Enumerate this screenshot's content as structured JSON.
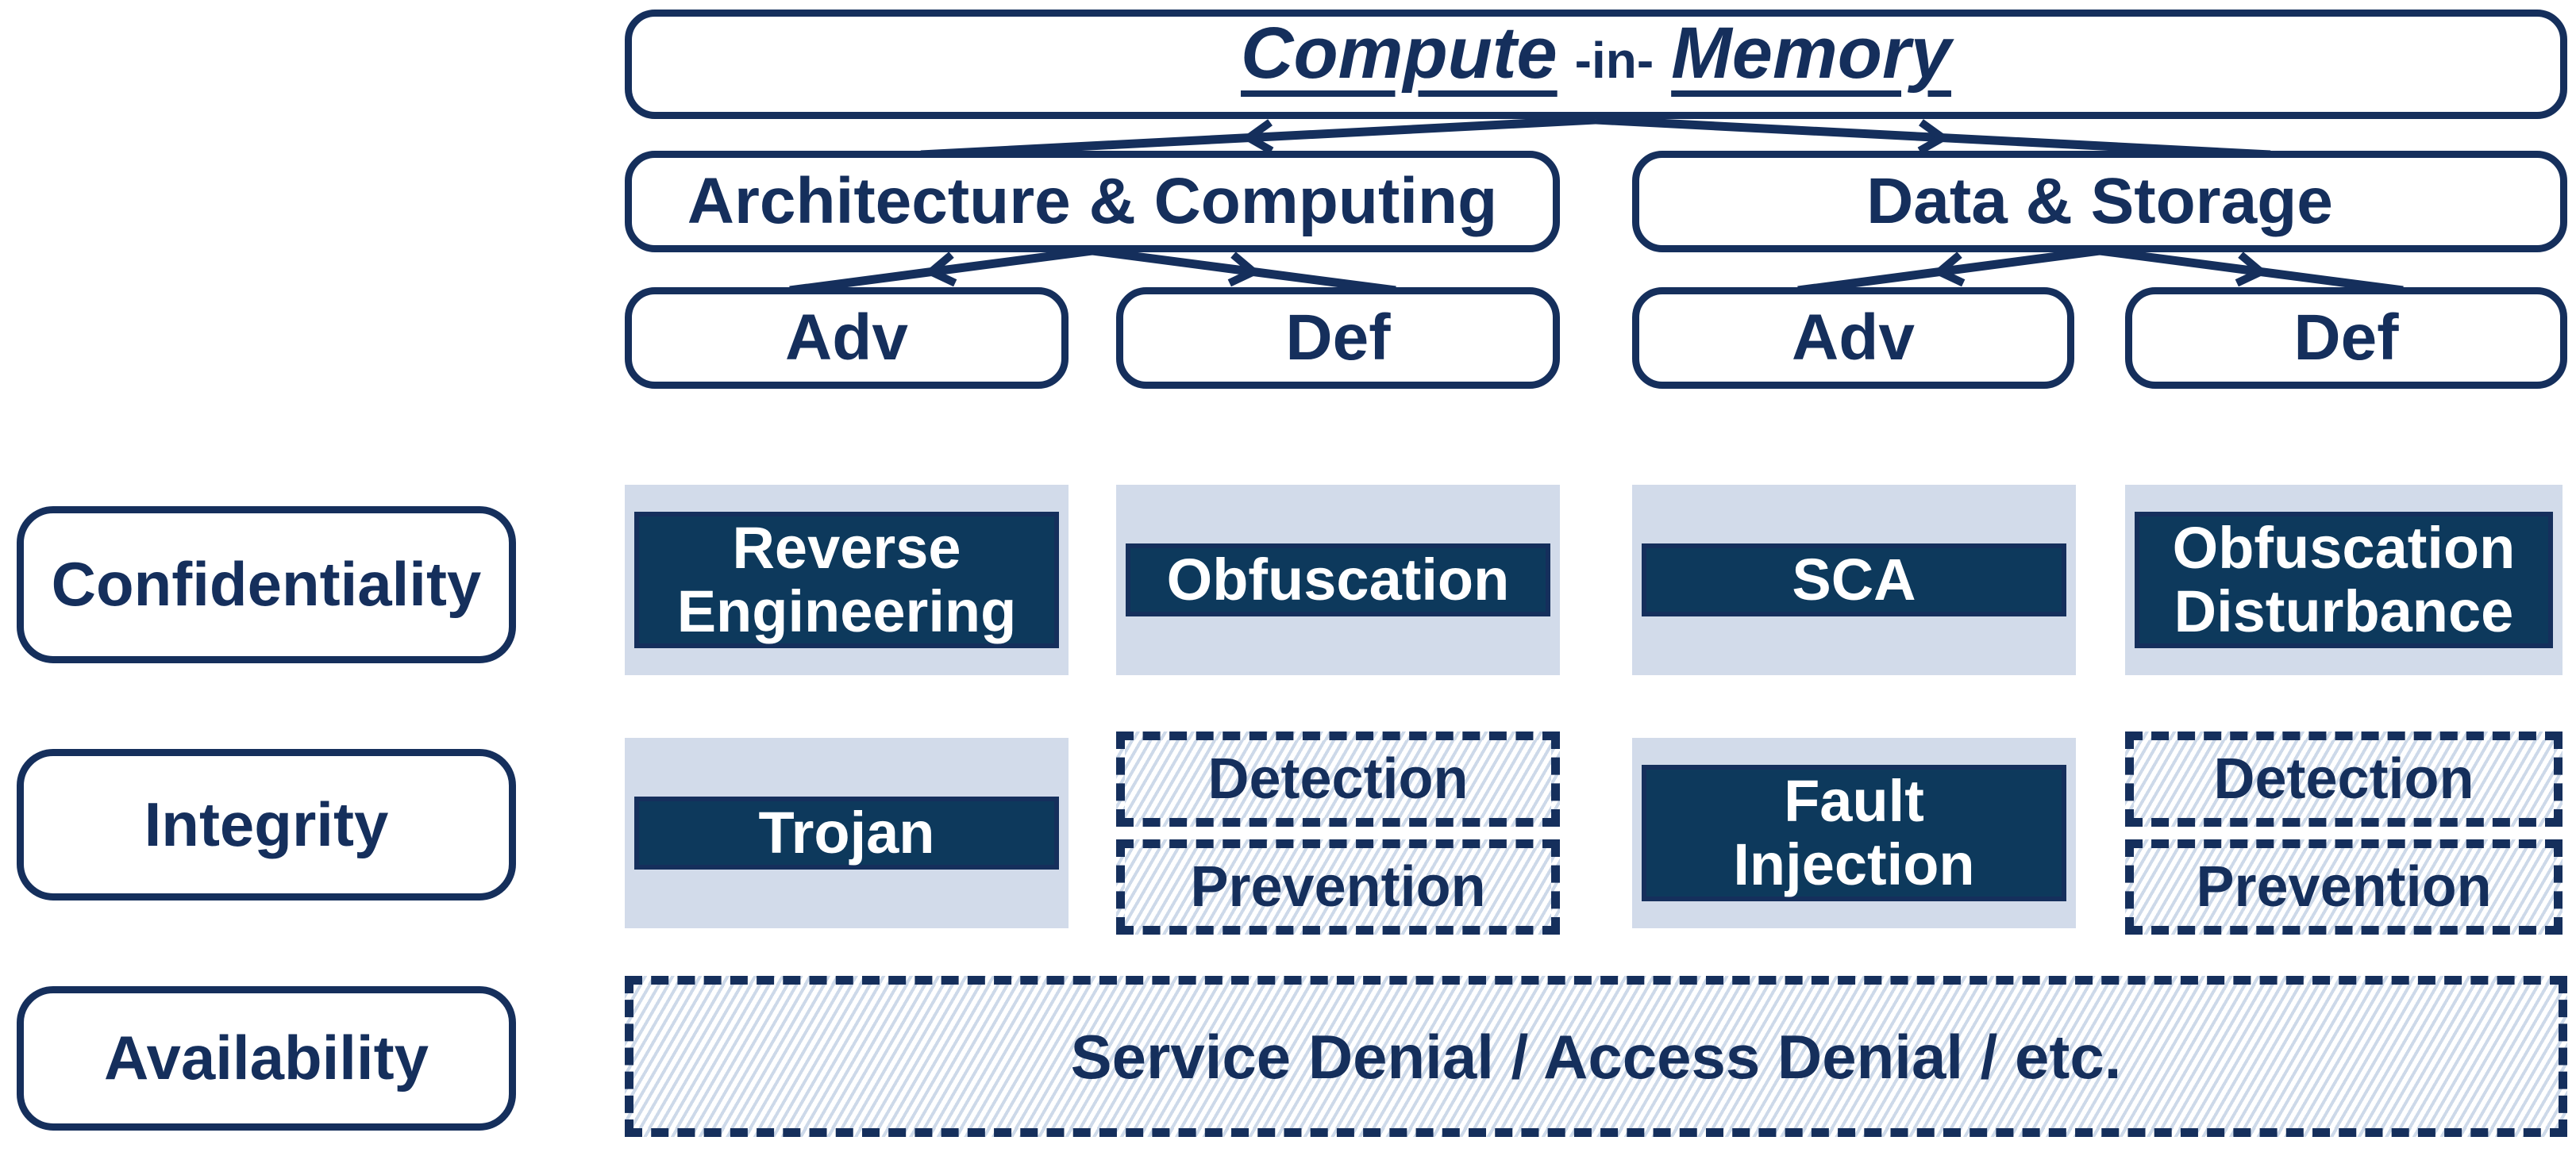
{
  "title": {
    "left": "Compute",
    "mid": "-in-",
    "right": "Memory"
  },
  "tree": {
    "branches": [
      {
        "label": "Architecture & Computing",
        "children": [
          {
            "label": "Adv"
          },
          {
            "label": "Def"
          }
        ]
      },
      {
        "label": "Data & Storage",
        "children": [
          {
            "label": "Adv"
          },
          {
            "label": "Def"
          }
        ]
      }
    ]
  },
  "rows": [
    {
      "label": "Confidentiality",
      "cells": [
        {
          "label": "Reverse\nEngineering",
          "style": "solid"
        },
        {
          "label": "Obfuscation",
          "style": "solid"
        },
        {
          "label": "SCA",
          "style": "solid"
        },
        {
          "label": "Obfuscation\nDisturbance",
          "style": "solid"
        }
      ]
    },
    {
      "label": "Integrity",
      "cells": [
        {
          "label": "Trojan",
          "style": "solid"
        },
        {
          "label": "Detection",
          "style": "dashed"
        },
        {
          "label": "Prevention",
          "style": "dashed"
        },
        {
          "label": "Fault\nInjection",
          "style": "solid"
        },
        {
          "label": "Detection",
          "style": "dashed"
        },
        {
          "label": "Prevention",
          "style": "dashed"
        }
      ]
    },
    {
      "label": "Availability",
      "cells": [
        {
          "label": "Service Denial / Access Denial / etc.",
          "style": "dashed"
        }
      ]
    }
  ],
  "colors": {
    "navy": "#152f5c",
    "dark_fill": "#0d395c",
    "light_frame": "#d2dbea",
    "hatch_stripe": "#cdd9e9"
  }
}
